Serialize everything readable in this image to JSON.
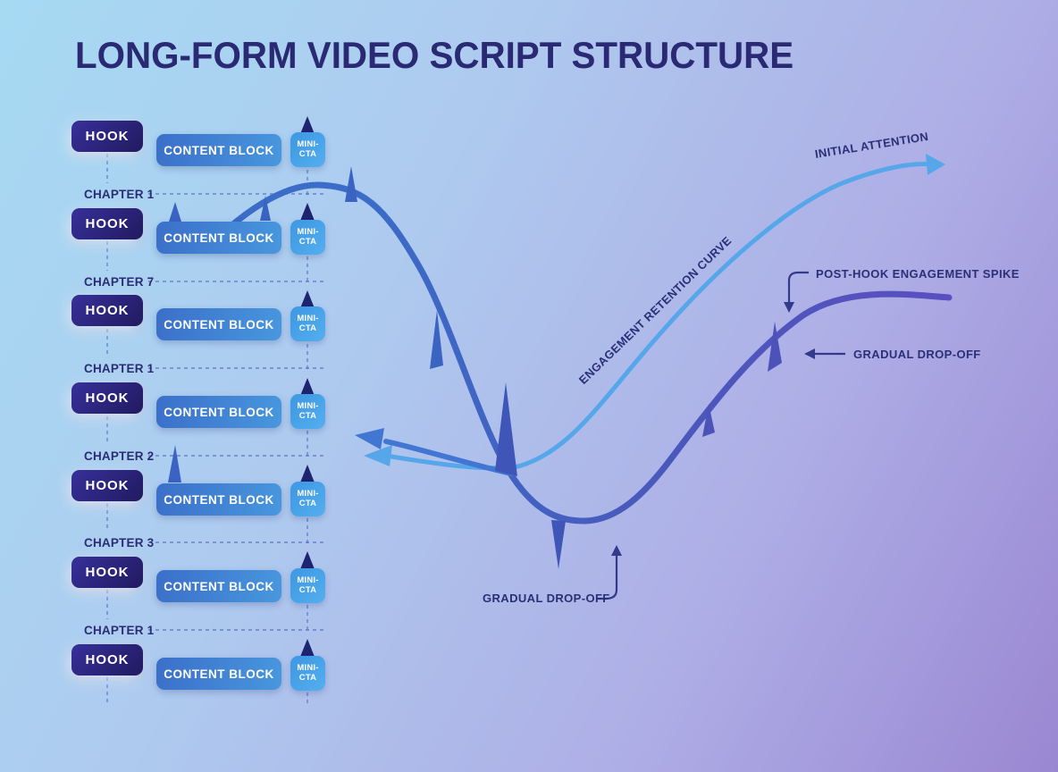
{
  "title": "LONG-FORM VIDEO SCRIPT STRUCTURE",
  "blocks": {
    "hook_label": "HOOK",
    "content_label": "CONTENT BLOCK",
    "cta_line1": "MINI-",
    "cta_line2": "CTA",
    "chapters": [
      "CHAPTER 1",
      "CHAPTER 7",
      "CHAPTER 1",
      "CHAPTER 2",
      "CHAPTER 3",
      "CHAPTER 1"
    ]
  },
  "annotations": {
    "initial_attention": "INITIAL ATTENTION",
    "retention_curve": "ENGAGEMENT RETENTION CURVE",
    "post_hook_spike": "POST-HOOK ENGAGEMENT SPIKE",
    "gradual_drop_right": "GRADUAL DROP-OFF",
    "gradual_drop_bottom": "GRADUAL DROP-OFF"
  },
  "colors": {
    "title_text": "#2a2973",
    "hook_dark": "#221a60",
    "content_blue": "#3b6fc9",
    "cta_light_blue": "#3d97e3",
    "light_curve": "#55a7ea",
    "dark_curve_left": "#3a6cc8",
    "dark_curve_right": "#5a4fc0",
    "annotation_text": "#2b2f77",
    "spike_navy": "#1d2470"
  }
}
